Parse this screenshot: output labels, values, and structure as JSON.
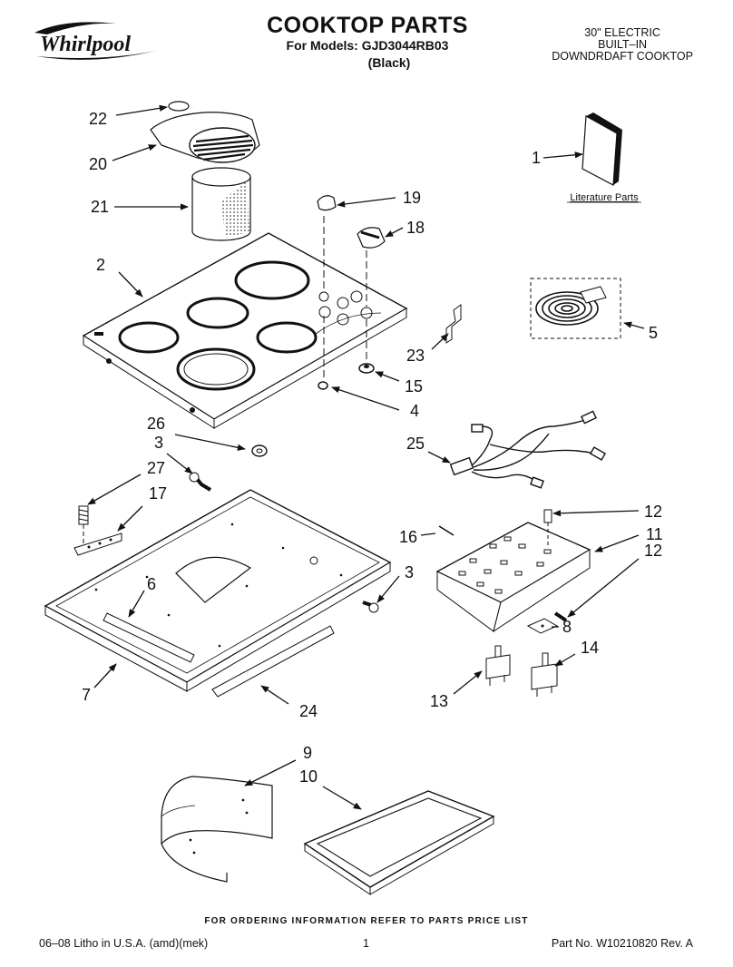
{
  "header": {
    "brand": "Whirlpool",
    "title": "COOKTOP PARTS",
    "models": "For Models: GJD3044RB03",
    "variant": "(Black)",
    "product_lines": [
      "30\" ELECTRIC",
      "BUILT–IN",
      "DOWNDRDAFT COOKTOP"
    ]
  },
  "diagram": {
    "literature_label": "Literature Parts",
    "callouts": {
      "c1": "1",
      "c2": "2",
      "c3a": "3",
      "c3b": "3",
      "c4": "4",
      "c5": "5",
      "c6": "6",
      "c7": "7",
      "c8": "8",
      "c9": "9",
      "c10": "10",
      "c11": "11",
      "c12a": "12",
      "c12b": "12",
      "c13": "13",
      "c14": "14",
      "c15": "15",
      "c16": "16",
      "c17": "17",
      "c18": "18",
      "c19": "19",
      "c20": "20",
      "c21": "21",
      "c22": "22",
      "c23": "23",
      "c24": "24",
      "c25": "25",
      "c26": "26",
      "c27": "27"
    }
  },
  "footer": {
    "ordering_info": "FOR ORDERING INFORMATION REFER TO PARTS PRICE LIST",
    "litho": "06–08 Litho in U.S.A. (amd)(mek)",
    "page_number": "1",
    "part_number": "Part No. W10210820 Rev. A"
  }
}
